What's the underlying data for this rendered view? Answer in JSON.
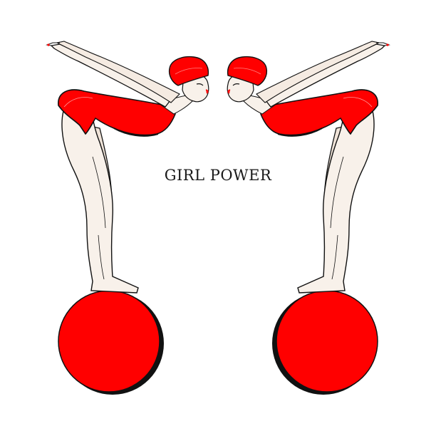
{
  "headline": "GIRL POWER",
  "colors": {
    "accent": "#ff0000",
    "skin": "#f8f1ea",
    "outline": "#111111",
    "background": "#ffffff"
  },
  "figures": [
    {
      "side": "left",
      "icon": "diver-figure-icon"
    },
    {
      "side": "right",
      "icon": "diver-figure-icon"
    }
  ]
}
